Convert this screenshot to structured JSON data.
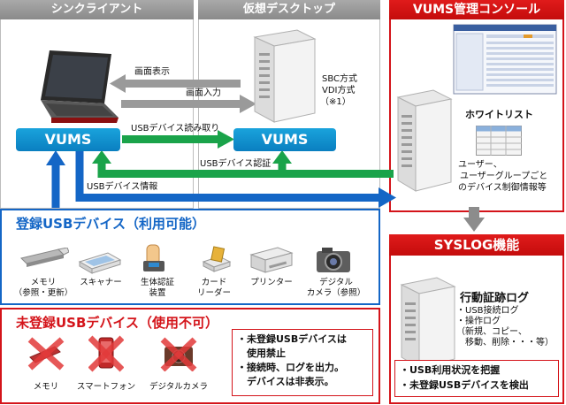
{
  "panels": {
    "thin_client": "シンクライアント",
    "virtual_desktop": "仮想デスクトップ",
    "vums_console": "VUMS管理コンソール",
    "syslog": "SYSLOG機能"
  },
  "vums_label_left": "VUMS",
  "vums_label_right": "VUMS",
  "arrows": {
    "screen_display": "画面表示",
    "screen_input": "画面入力",
    "usb_read": "USBデバイス読み取り",
    "usb_auth": "USBデバイス認証",
    "usb_info": "USBデバイス情報"
  },
  "vdi_note": {
    "line1": "SBC方式",
    "line2": "VDI方式",
    "line3": "（※1）"
  },
  "whitelist": {
    "title": "ホワイトリスト",
    "line1": "ユーザー、",
    "line2": "ユーザーグループごと",
    "line3": "のデバイス制御情報等"
  },
  "registered": {
    "title": "登録USBデバイス（利用可能）",
    "devices": [
      {
        "line1": "メモリ",
        "line2": "（参照・更新）"
      },
      {
        "line1": "スキャナー",
        "line2": ""
      },
      {
        "line1": "生体認証",
        "line2": "装置"
      },
      {
        "line1": "カード",
        "line2": "リーダー"
      },
      {
        "line1": "プリンター",
        "line2": ""
      },
      {
        "line1": "デジタル",
        "line2": "カメラ（参照）"
      }
    ]
  },
  "unregistered": {
    "title": "未登録USBデバイス（使用不可）",
    "devices": [
      "メモリ",
      "スマートフォン",
      "デジタルカメラ"
    ],
    "notes": [
      "・未登録USBデバイスは",
      "　使用禁止",
      "・接続時、ログを出力。",
      "　デバイスは非表示。"
    ]
  },
  "action_log": {
    "title": "行動証跡ログ",
    "lines": [
      "・USB接続ログ",
      "・操作ログ",
      "（新規、コピー、",
      "　移動、削除・・・等）"
    ]
  },
  "syslog_notes": [
    "・USB利用状況を把握",
    "・未登録USBデバイスを検出"
  ],
  "colors": {
    "accent_blue": "#0a7fc0",
    "arrow_blue": "#1466c6",
    "arrow_green": "#1aa34a",
    "alert_red": "#d4141a",
    "head_gray": "#999999"
  }
}
